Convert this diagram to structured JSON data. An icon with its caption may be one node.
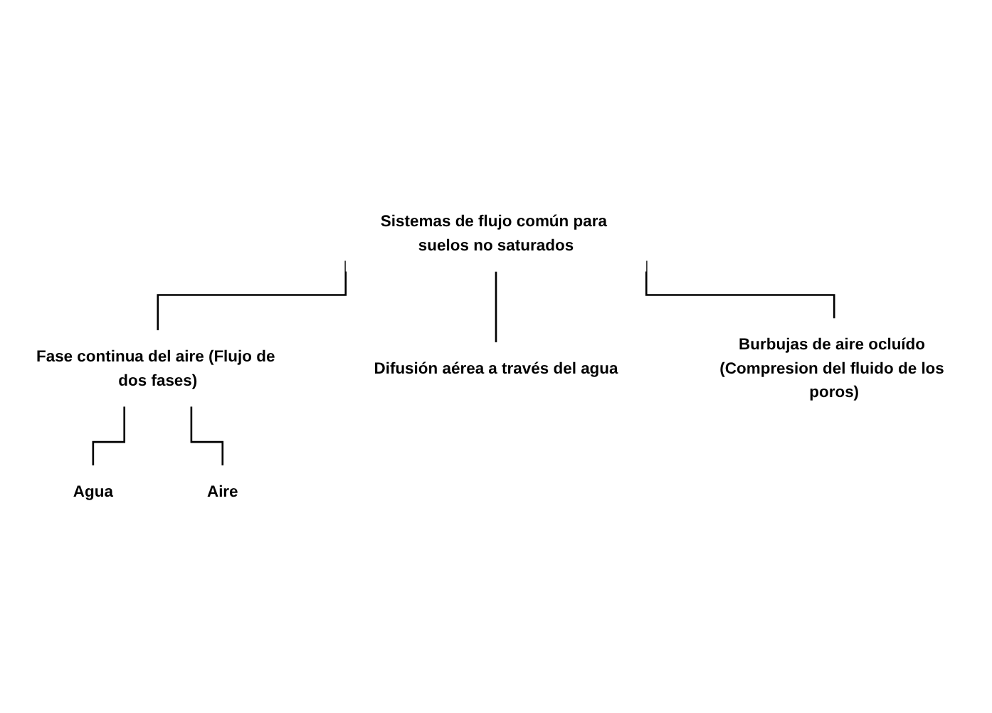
{
  "diagram": {
    "nodes": [
      {
        "text": [
          "Sistemas de flujo común para suelos no saturados"
        ]
      },
      {
        "text": [
          "Fase continua del aire (Flujo de dos fases)"
        ]
      },
      {
        "text": [
          "Difusión aérea a través del agua"
        ]
      },
      {
        "text": [
          "Agua"
        ]
      },
      {
        "text": [
          "Aire"
        ]
      },
      {
        "text": [
          "Burbujas de aire ocluído (Compresion del fluido de los poros)"
        ]
      }
    ],
    "edges": [
      {
        "from": 0,
        "to": 1,
        "arrow": "none"
      },
      {
        "from": 0,
        "to": 5,
        "arrow": "none"
      },
      {
        "from": 0,
        "to": 2,
        "arrow": "none"
      },
      {
        "from": 1,
        "to": 3,
        "arrow": "none"
      },
      {
        "from": 1,
        "to": 4,
        "arrow": "none"
      }
    ]
  }
}
